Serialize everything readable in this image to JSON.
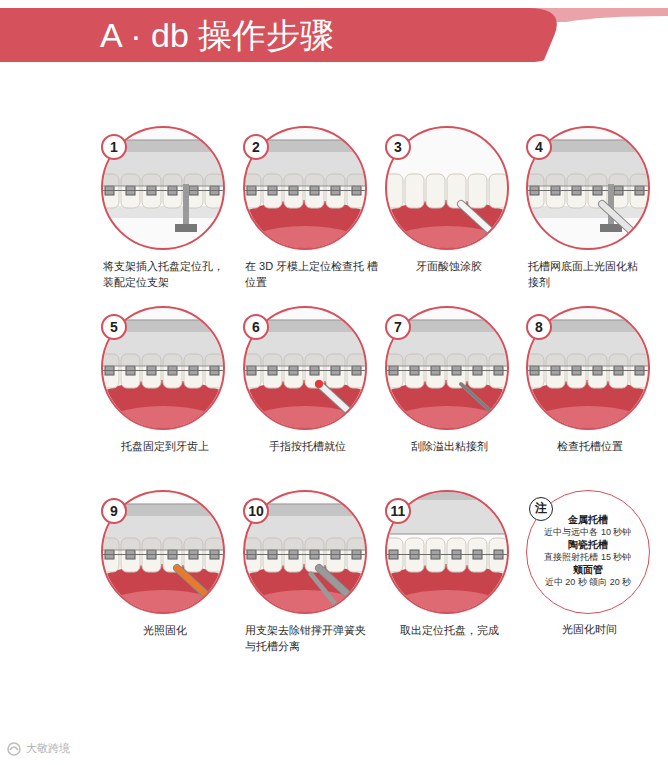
{
  "diagram": {
    "title": "A · db 操作步骤",
    "nodes": [
      {
        "text": [
          "1",
          "将支架插入托盘定位孔， 装配定位支架"
        ]
      },
      {
        "text": [
          "2",
          "在 3D 牙模上定位检查托 槽位置"
        ]
      },
      {
        "text": [
          "3",
          "牙面酸蚀涂胶"
        ]
      },
      {
        "text": [
          "4",
          "托槽网底面上光固化粘 接剂"
        ]
      },
      {
        "text": [
          "5",
          "托盘固定到牙齿上"
        ]
      },
      {
        "text": [
          "6",
          "手指按托槽就位"
        ]
      },
      {
        "text": [
          "7",
          "刮除溢出粘接剂"
        ]
      },
      {
        "text": [
          "8",
          "检查托槽位置"
        ]
      },
      {
        "text": [
          "9",
          "光照固化"
        ]
      },
      {
        "text": [
          "10",
          "用支架去除钳撑开弹簧夹 与托槽分离"
        ]
      },
      {
        "text": [
          "11",
          "取出定位托盘，完成"
        ]
      },
      {
        "text": [
          "金属托槽",
          "近中与远中各 10 秒钟",
          "陶瓷托槽",
          "直接照射托槽 15 秒钟",
          "颊面管",
          "近中 20 秒 颌向 20 秒",
          "光固化时间"
        ]
      },
      {
        "text": [
          "注"
        ],
        "in": 11
      }
    ],
    "labels": [
      "大敬跨境"
    ]
  }
}
